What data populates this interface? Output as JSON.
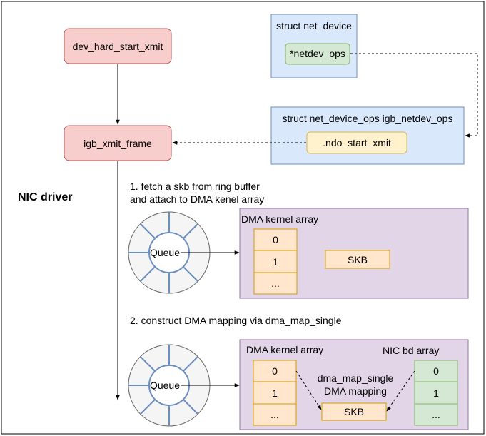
{
  "diagram": {
    "dev_hard_start_xmit": "dev_hard_start_xmit",
    "igb_xmit_frame": "igb_xmit_frame",
    "net_device_title": "struct net_device",
    "netdev_ops_field": "*netdev_ops",
    "ops_struct_title": "struct net_device_ops igb_netdev_ops",
    "ndo_start_xmit": ".ndo_start_xmit",
    "nic_driver_label": "NIC driver",
    "step1_line1": "1. fetch a skb from ring buffer",
    "step1_line2": "and attach to DMA kenel array",
    "step2_label": "2. construct DMA mapping  via dma_map_single",
    "queue_label": "Queue",
    "dma_array_title_1": "DMA kernel array",
    "dma_array_title_2": "DMA kernel array",
    "nic_bd_title": "NIC bd array",
    "skb_label": "SKB",
    "mapping_line1": "dma_map_single",
    "mapping_line2": "DMA mapping",
    "cells": [
      "0",
      "1",
      "..."
    ]
  },
  "colors": {
    "red_fill": "#f8cecc",
    "red_stroke": "#b85450",
    "blue_fill": "#dae8fc",
    "blue_stroke": "#6c8ebf",
    "green_fill": "#d5e8d4",
    "green_stroke": "#82b366",
    "yellow_fill": "#fff2cc",
    "yellow_stroke": "#d6b656",
    "purple_fill": "#e1d5e7",
    "purple_stroke": "#9673a6",
    "orange_fill": "#ffe6cc",
    "orange_stroke": "#d79b00",
    "queue_fill": "#f5f5f5",
    "queue_stroke": "#666666"
  }
}
